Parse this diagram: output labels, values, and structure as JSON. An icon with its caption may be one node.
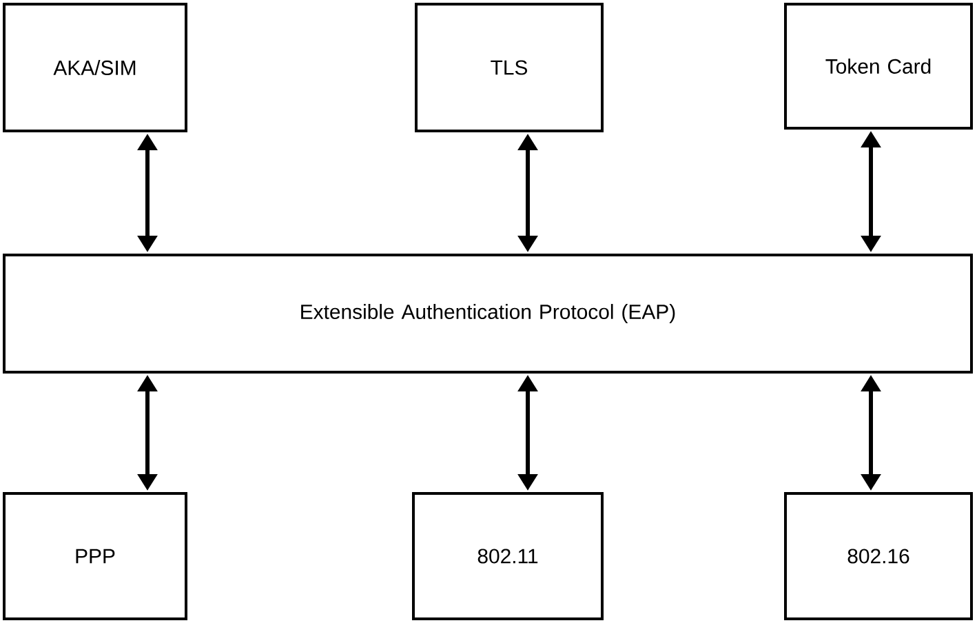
{
  "diagram": {
    "nodes": [
      {
        "text": [
          "AKA/SIM"
        ]
      },
      {
        "text": [
          "TLS"
        ]
      },
      {
        "text": [
          "Token Card"
        ]
      },
      {
        "text": [
          "Extensible Authentication Protocol (EAP)"
        ]
      },
      {
        "text": [
          "PPP"
        ]
      },
      {
        "text": [
          "802.11"
        ]
      },
      {
        "text": [
          "802.16"
        ]
      }
    ],
    "edges": [
      {
        "from": 0,
        "to": 3,
        "arrow": "both"
      },
      {
        "from": 1,
        "to": 3,
        "arrow": "both"
      },
      {
        "from": 2,
        "to": 3,
        "arrow": "both"
      },
      {
        "from": 4,
        "to": 3,
        "arrow": "both"
      },
      {
        "from": 5,
        "to": 3,
        "arrow": "both"
      },
      {
        "from": 6,
        "to": 3,
        "arrow": "both"
      }
    ]
  }
}
